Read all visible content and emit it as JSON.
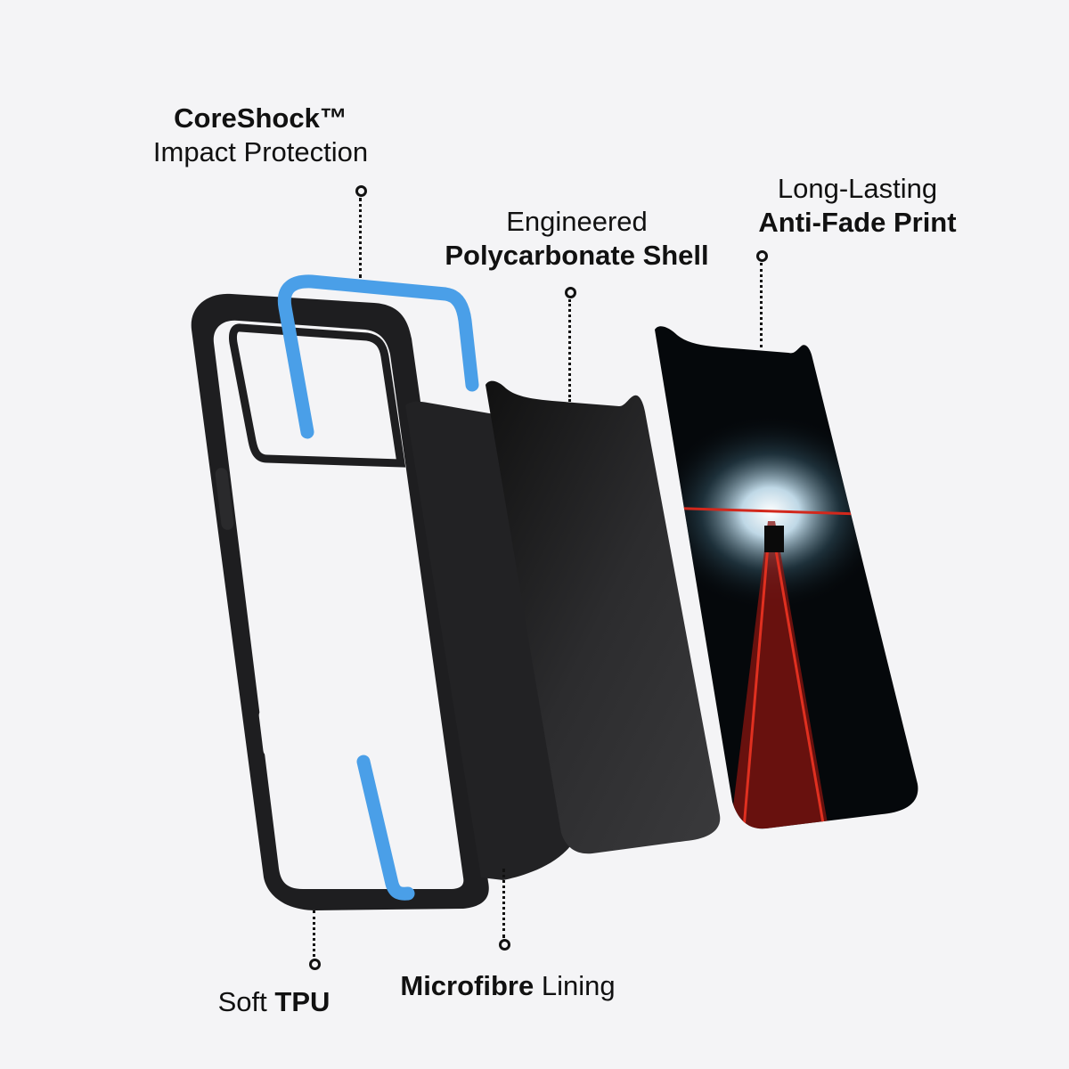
{
  "callouts": {
    "coreshock": {
      "bold": "CoreShock™",
      "regular": "Impact Protection"
    },
    "polycarbonate": {
      "regular": "Engineered",
      "bold": "Polycarbonate Shell"
    },
    "antifade": {
      "regular": "Long-Lasting",
      "bold": "Anti-Fade Print"
    },
    "tpu": {
      "regular": "Soft",
      "bold": "TPU"
    },
    "microfibre": {
      "bold": "Microfibre",
      "regular": "Lining"
    }
  },
  "colors": {
    "background": "#f4f4f6",
    "frame": "#1e1e20",
    "coreshock_blue": "#4a9fe8",
    "lining": "#222224",
    "shell": "#2b2b2d",
    "print_dark": "#05080b",
    "print_red": "#d2281c"
  }
}
